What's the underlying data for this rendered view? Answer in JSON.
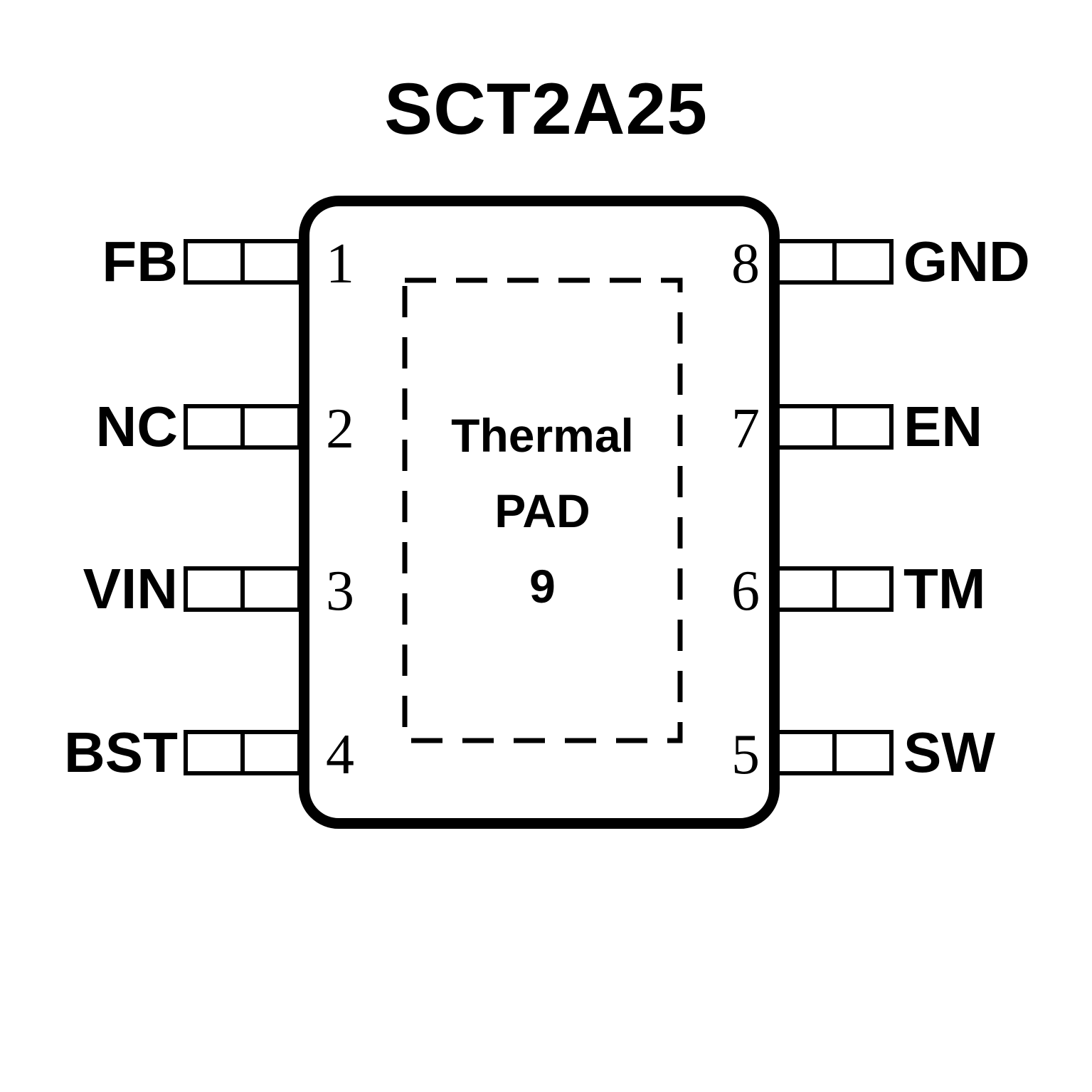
{
  "title": "SCT2A25",
  "thermal_pad": {
    "line1": "Thermal",
    "line2": "PAD",
    "line3": "9"
  },
  "pins": {
    "left": [
      {
        "number": "1",
        "label": "FB"
      },
      {
        "number": "2",
        "label": "NC"
      },
      {
        "number": "3",
        "label": "VIN"
      },
      {
        "number": "4",
        "label": "BST"
      }
    ],
    "right": [
      {
        "number": "8",
        "label": "GND"
      },
      {
        "number": "7",
        "label": "EN"
      },
      {
        "number": "6",
        "label": "TM"
      },
      {
        "number": "5",
        "label": "SW"
      }
    ]
  },
  "colors": {
    "ink": "#000000",
    "background": "#ffffff"
  }
}
